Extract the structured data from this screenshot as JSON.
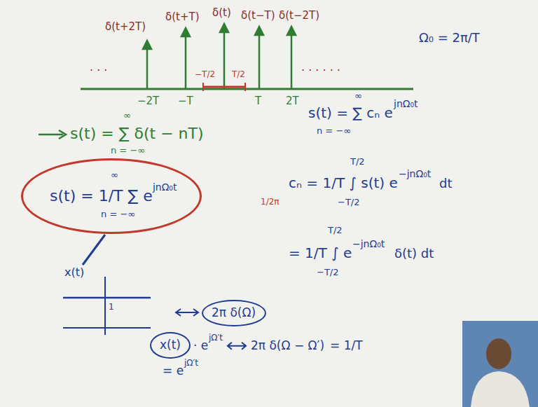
{
  "diagram": {
    "nodes": [
      {
        "text": [
          "s(t) = 1/T ∑ e",
          "jnΩ₀t",
          "∞",
          "n = −∞"
        ]
      },
      {
        "text": [
          "2π δ(Ω)"
        ]
      },
      {
        "text": [
          "x(t)"
        ]
      }
    ],
    "labels": [
      "δ(t+2T)",
      "δ(t+T)",
      "δ(t)",
      "δ(t−T)",
      "δ(t−2T)",
      "Ω₀ = 2π/T",
      "−2T",
      "−T",
      "−T/2",
      "T/2",
      "T",
      "2T",
      "s(t) = ∑ δ(t − nT)",
      "n = −∞",
      "∞",
      "s(t) = ∑ cₙ e",
      "jnΩ₀t",
      "n = −∞",
      "∞",
      "cₙ = 1/T ∫ s(t) e",
      "−jnΩ₀t",
      "dt",
      "T/2",
      "−T/2",
      "= 1/T ∫ e",
      "−jnΩ₀t",
      "δ(t) dt",
      "T/2",
      "−T/2",
      "1/2π",
      "x(t)",
      "1",
      "· e",
      "jΩ′t",
      "2π δ(Ω − Ω′)",
      "= 1/T",
      "= e",
      "jΩ′t",
      "· · ·",
      "· · · · · ·"
    ]
  }
}
